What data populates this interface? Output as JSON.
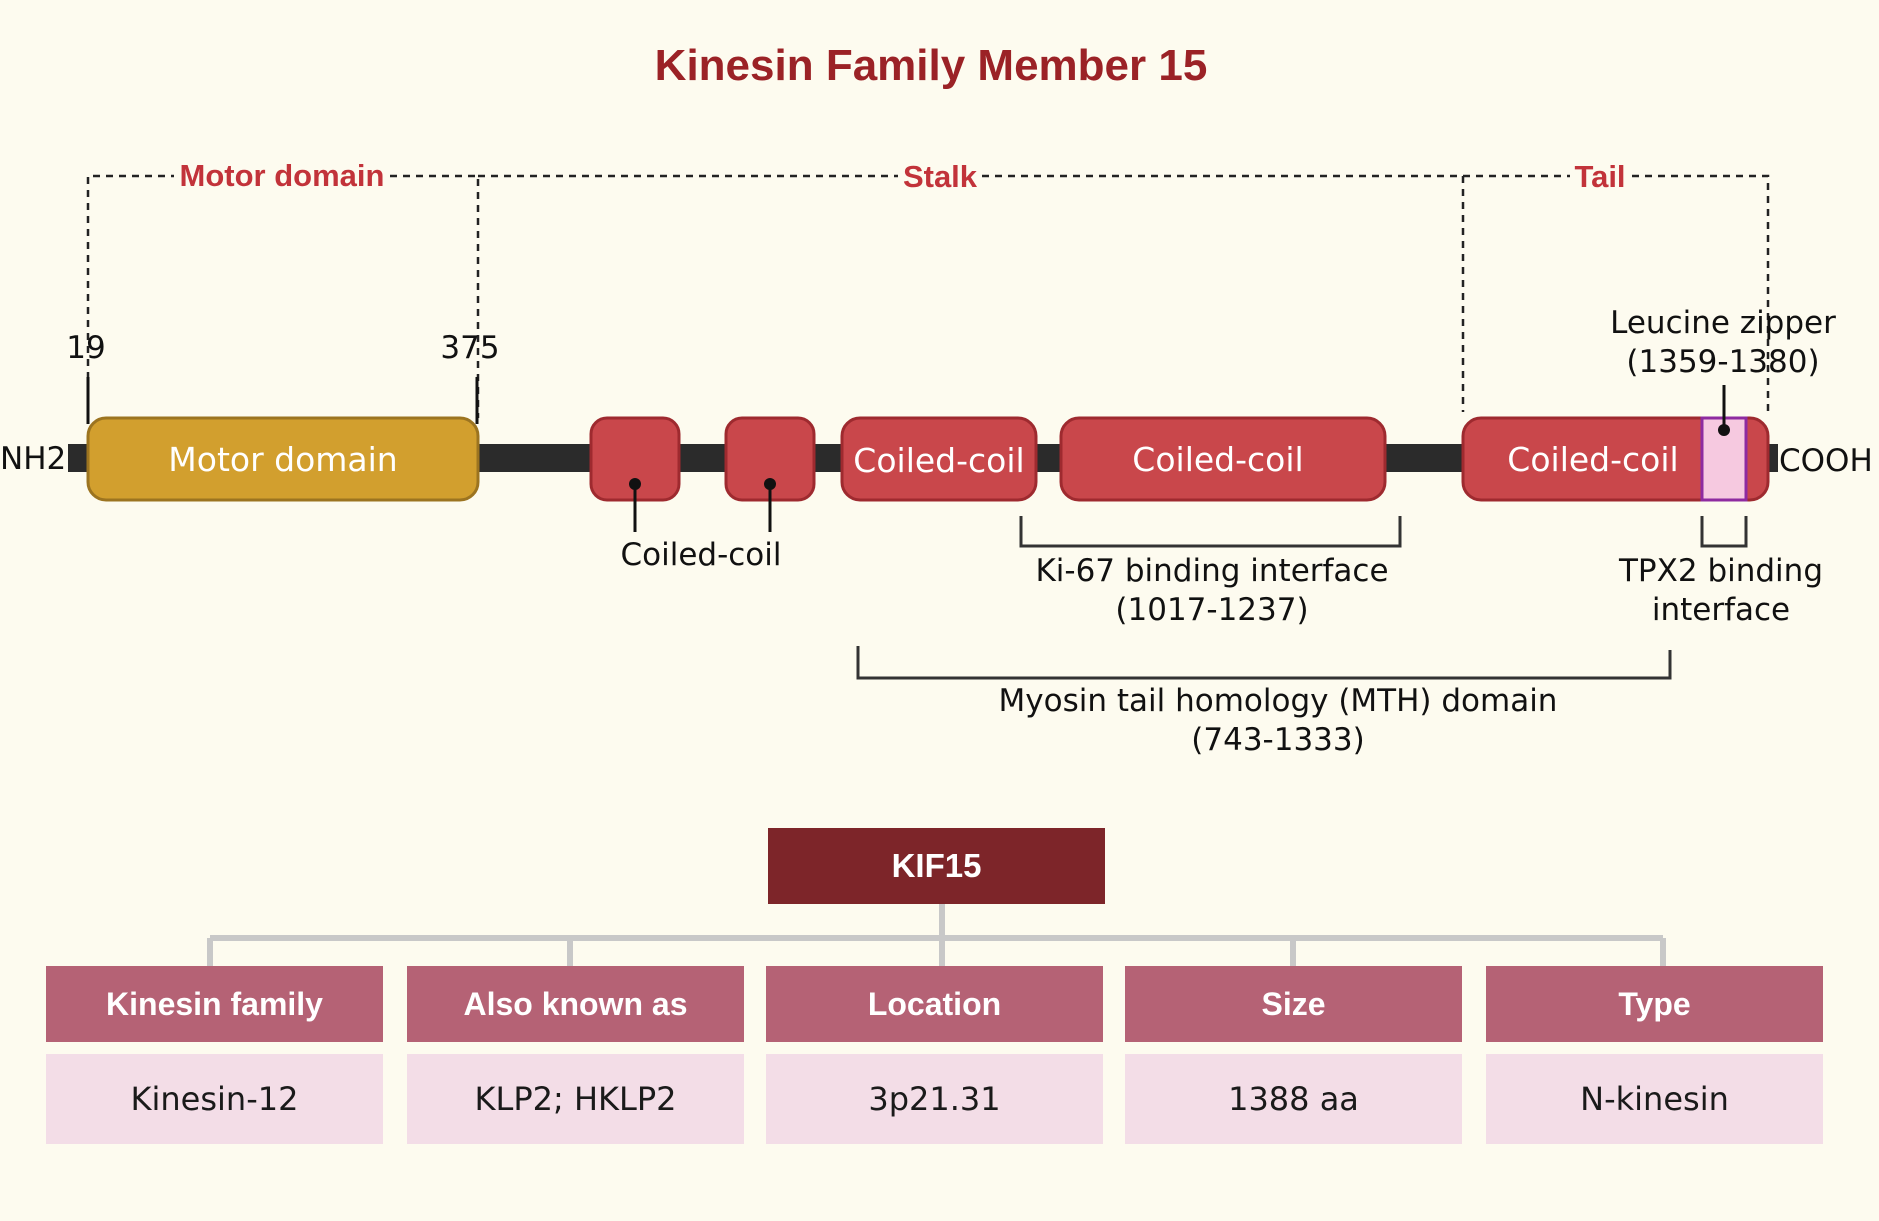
{
  "title": "Kinesin Family Member 15",
  "regions": {
    "motor": "Motor domain",
    "stalk": "Stalk",
    "tail": "Tail"
  },
  "positions": {
    "start": "19",
    "motor_end": "375"
  },
  "termini": {
    "n": "NH2",
    "c": "COOH"
  },
  "domains": {
    "motor": "Motor domain",
    "coiled_coil_1": "Coiled-coil",
    "coiled_coil_2": "Coiled-coil",
    "coiled_coil_3": "Coiled-coil"
  },
  "annotations": {
    "small_coiled_coil": "Coiled-coil",
    "leucine_zipper_1": "Leucine zipper",
    "leucine_zipper_2": "(1359-1380)",
    "ki67_1": "Ki-67 binding interface",
    "ki67_2": "(1017-1237)",
    "tpx2_1": "TPX2 binding",
    "tpx2_2": "interface",
    "mth_1": "Myosin tail homology (MTH) domain",
    "mth_2": "(743-1333)"
  },
  "colors": {
    "title": "#9b2226",
    "region_label": "#c2333a",
    "motor_domain": "#d29f2e",
    "coiled_coil": "#c9474b",
    "leucine_zipper": "#f6c9e0",
    "root_box": "#7d2529",
    "header_box": "#b56275",
    "value_box": "#f3dde7"
  },
  "info": {
    "root": "KIF15",
    "columns": [
      {
        "header": "Kinesin family",
        "value": "Kinesin-12"
      },
      {
        "header": "Also known as",
        "value": "KLP2; HKLP2"
      },
      {
        "header": "Location",
        "value": "3p21.31"
      },
      {
        "header": "Size",
        "value": "1388 aa"
      },
      {
        "header": "Type",
        "value": "N-kinesin"
      }
    ]
  }
}
